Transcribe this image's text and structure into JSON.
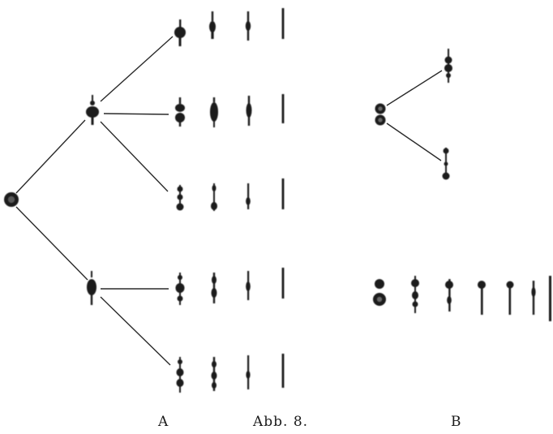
{
  "figure": {
    "panel_a_label": "A",
    "title": "Abb. 8.",
    "panel_b_label": "B",
    "ink_color": "#1a1a1a"
  }
}
